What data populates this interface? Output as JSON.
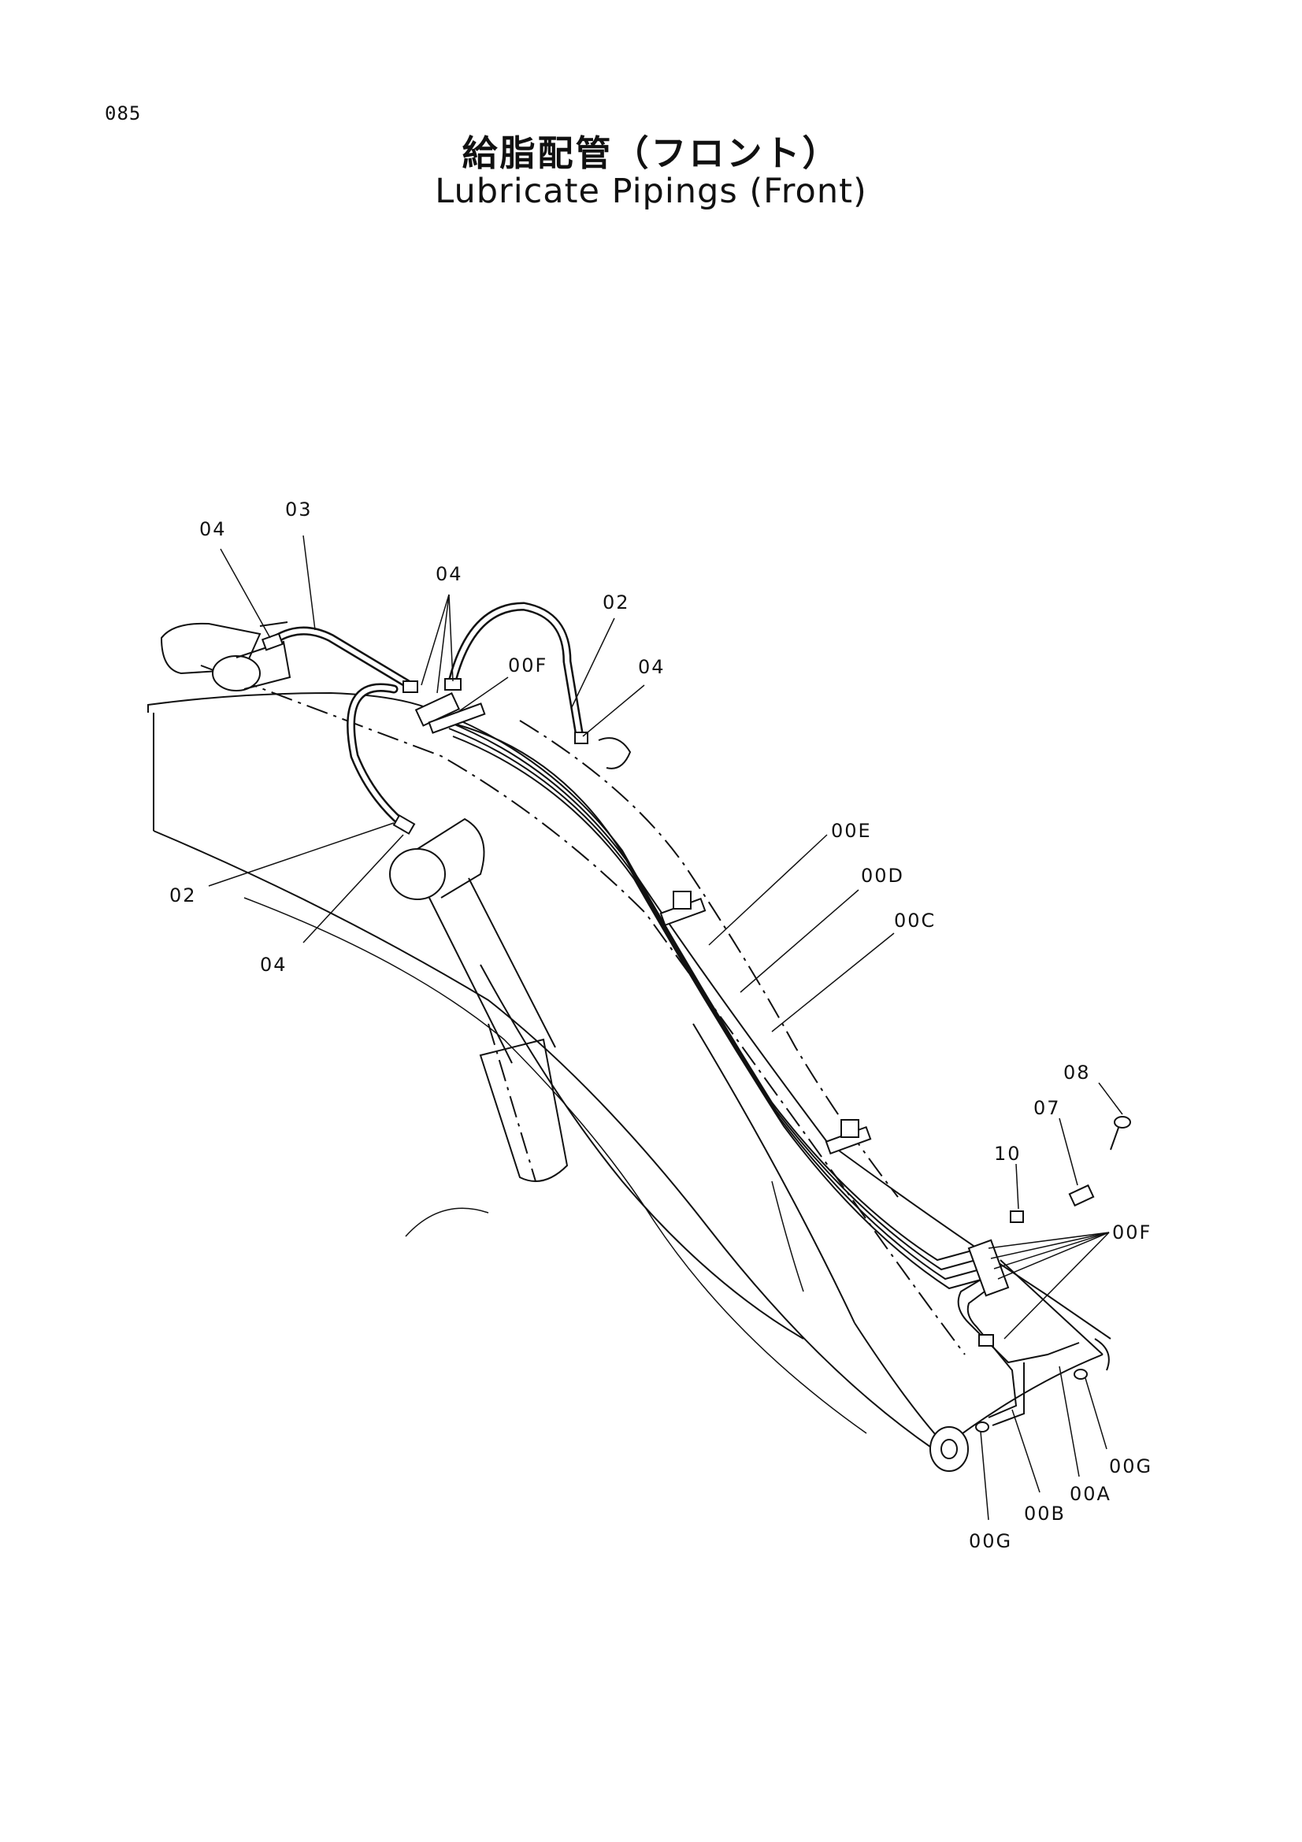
{
  "page": {
    "number": "085",
    "title_jp": "給脂配管（フロント）",
    "title_en": "Lubricate Pipings (Front)"
  },
  "callouts": {
    "c_04_a": "04",
    "c_03": "03",
    "c_04_b": "04",
    "c_02_a": "02",
    "c_00f_a": "00F",
    "c_04_c": "04",
    "c_02_b": "02",
    "c_04_d": "04",
    "c_00e": "00E",
    "c_00d": "00D",
    "c_00c": "00C",
    "c_08": "08",
    "c_07": "07",
    "c_10": "10",
    "c_00f_b": "00F",
    "c_00g_a": "00G",
    "c_00a": "00A",
    "c_00b": "00B",
    "c_00g_b": "00G"
  }
}
